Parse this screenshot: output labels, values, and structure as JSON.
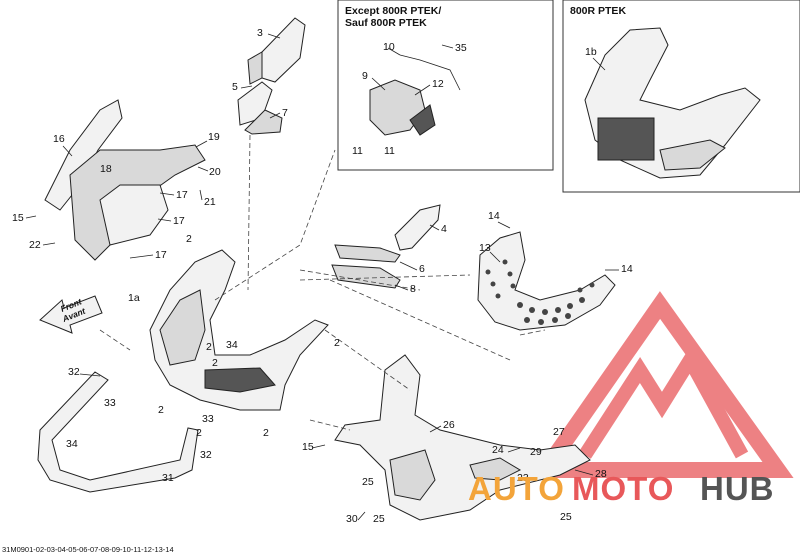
{
  "insets": [
    {
      "title_line1": "Except 800R PTEK/",
      "title_line2": "Sauf 800R PTEK"
    },
    {
      "title_line1": "800R PTEK"
    }
  ],
  "front_label": {
    "line1": "Front",
    "line2": "Avant"
  },
  "reference_number": "31M0901-02-03-04-05-06-07-08-09-10-11-12-13-14",
  "watermark": {
    "part1": "AUTO",
    "part2": "MOTO",
    "part3": "HUB",
    "colors": {
      "red": "#e8585a",
      "orange": "#f3a43a",
      "gray": "#555555"
    }
  },
  "callouts": {
    "c3": "3",
    "c5": "5",
    "c7": "7",
    "c16": "16",
    "c19": "19",
    "c20": "20",
    "c18": "18",
    "c21": "21",
    "c17a": "17",
    "c17b": "17",
    "c17c": "17",
    "c15a": "15",
    "c22": "22",
    "c2a": "2",
    "c1a": "1a",
    "c10": "10",
    "c35": "35",
    "c9": "9",
    "c12": "12",
    "c11a": "11",
    "c11b": "11",
    "c1b": "1b",
    "c14a": "14",
    "c4": "4",
    "c13": "13",
    "c6": "6",
    "c14b": "14",
    "c8": "8",
    "c2b": "2",
    "c34a": "34",
    "c2c": "2",
    "c2d": "2",
    "c32a": "32",
    "c33a": "33",
    "c2e": "2",
    "c33b": "33",
    "c2f": "2",
    "c34b": "34",
    "c2g": "2",
    "c32b": "32",
    "c31": "31",
    "c15b": "15",
    "c26": "26",
    "c24": "24",
    "c27": "27",
    "c29": "29",
    "c28": "28",
    "c23": "23",
    "c25a": "25",
    "c25b": "25",
    "c25c": "25",
    "c30": "30"
  }
}
